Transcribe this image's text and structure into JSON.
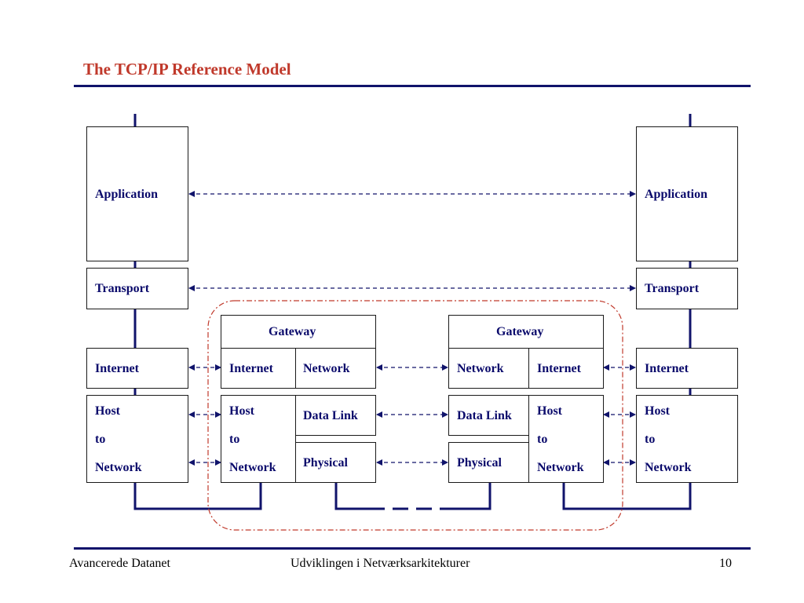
{
  "title": "The TCP/IP Reference Model",
  "layers": {
    "application": "Application",
    "transport": "Transport",
    "internet": "Internet",
    "network": "Network",
    "data_link": "Data Link",
    "physical": "Physical",
    "gateway": "Gateway",
    "host_to_network": [
      "Host",
      "to",
      "Network"
    ]
  },
  "footer": {
    "left": "Avancerede Datanet",
    "center": "Udviklingen i Netværksarkitekturer",
    "page": "10"
  },
  "colors": {
    "title": "#c0392b",
    "rule": "#10136b",
    "line": "#10136b",
    "arrow": "#10136b",
    "gateway_region": "#c0392b"
  }
}
